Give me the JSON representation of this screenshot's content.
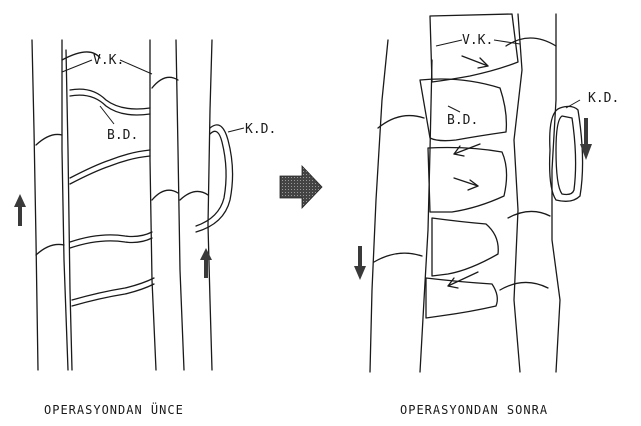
{
  "before": {
    "labels": {
      "vk": "V.K.",
      "bd": "B.D.",
      "kd": "K.D."
    },
    "caption": "OPERASYONDAN ÜNCE"
  },
  "after": {
    "labels": {
      "vk": "V.K.",
      "bd": "B.D.",
      "kd": "K.D."
    },
    "caption": "OPERASYONDAN SONRA"
  },
  "colors": {
    "ink": "#1a1a1a",
    "arrow_fill": "#3a3a3a",
    "background": "#ffffff"
  }
}
